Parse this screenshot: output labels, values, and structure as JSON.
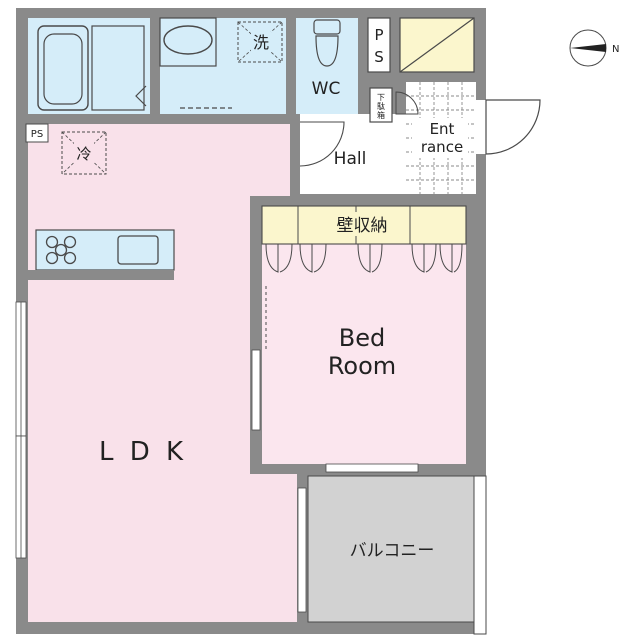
{
  "rooms": {
    "ldk": "L D K",
    "bed_line1": "Bed",
    "bed_line2": "Room",
    "closet": "壁収納",
    "balcony": "バルコニー",
    "wc": "WC",
    "hall": "Hall",
    "entrance_line1": "Ent",
    "entrance_line2": "rance"
  },
  "marks": {
    "ps_top": [
      "P",
      "S"
    ],
    "ps_left": "PS",
    "washer": "洗",
    "fridge": "冷",
    "shoe_box": [
      "下",
      "駄",
      "箱"
    ],
    "north": "N"
  },
  "colors": {
    "ldk": "#f9e1ea",
    "bed": "#fbe6ee",
    "wet": "#d5edf9",
    "closet": "#fbf6cd",
    "balcony": "#d2d2d2",
    "wall": "#7a7a7a",
    "entrance_tile": "#ffffff"
  }
}
